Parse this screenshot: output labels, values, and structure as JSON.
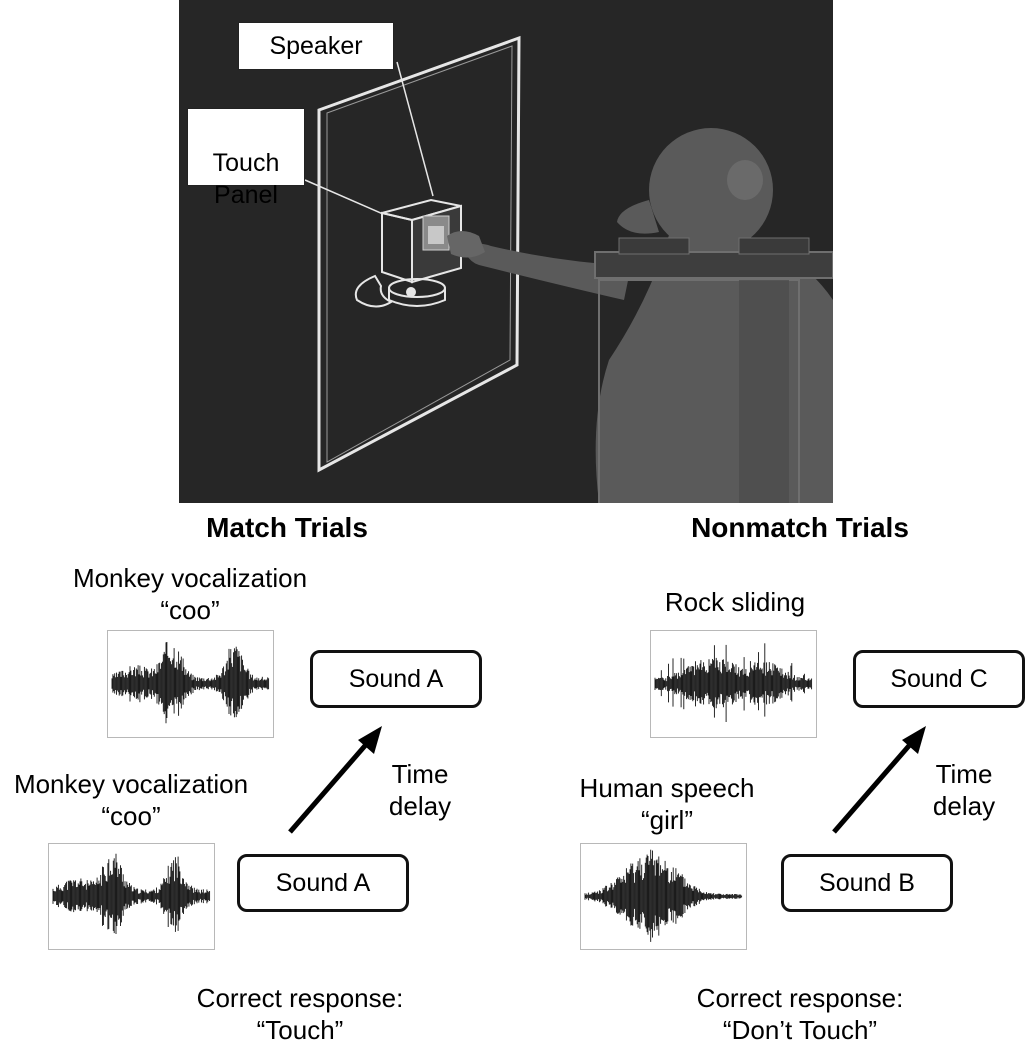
{
  "apparatus": {
    "speaker_label": "Speaker",
    "touch_panel_label": "Touch\nPanel"
  },
  "match": {
    "heading": "Match Trials",
    "sample": {
      "caption_line1": "Monkey vocalization",
      "caption_line2": "“coo”",
      "box_label": "Sound A"
    },
    "test": {
      "caption_line1": "Monkey vocalization",
      "caption_line2": "“coo”",
      "box_label": "Sound A"
    },
    "delay_label_line1": "Time",
    "delay_label_line2": "delay",
    "response_line1": "Correct response:",
    "response_line2": "“Touch”"
  },
  "nonmatch": {
    "heading": "Nonmatch Trials",
    "sample": {
      "caption_line1": "Human speech",
      "caption_line2": "“girl”",
      "box_label": "Sound B"
    },
    "test": {
      "caption_line1": "Rock sliding",
      "box_label": "Sound C"
    },
    "delay_label_line1": "Time",
    "delay_label_line2": "delay",
    "response_line1": "Correct response:",
    "response_line2": "“Don’t Touch”"
  },
  "colors": {
    "photo_background": "#262626",
    "monkey": "#5a5a5a",
    "outline": "#e6e6e6"
  }
}
